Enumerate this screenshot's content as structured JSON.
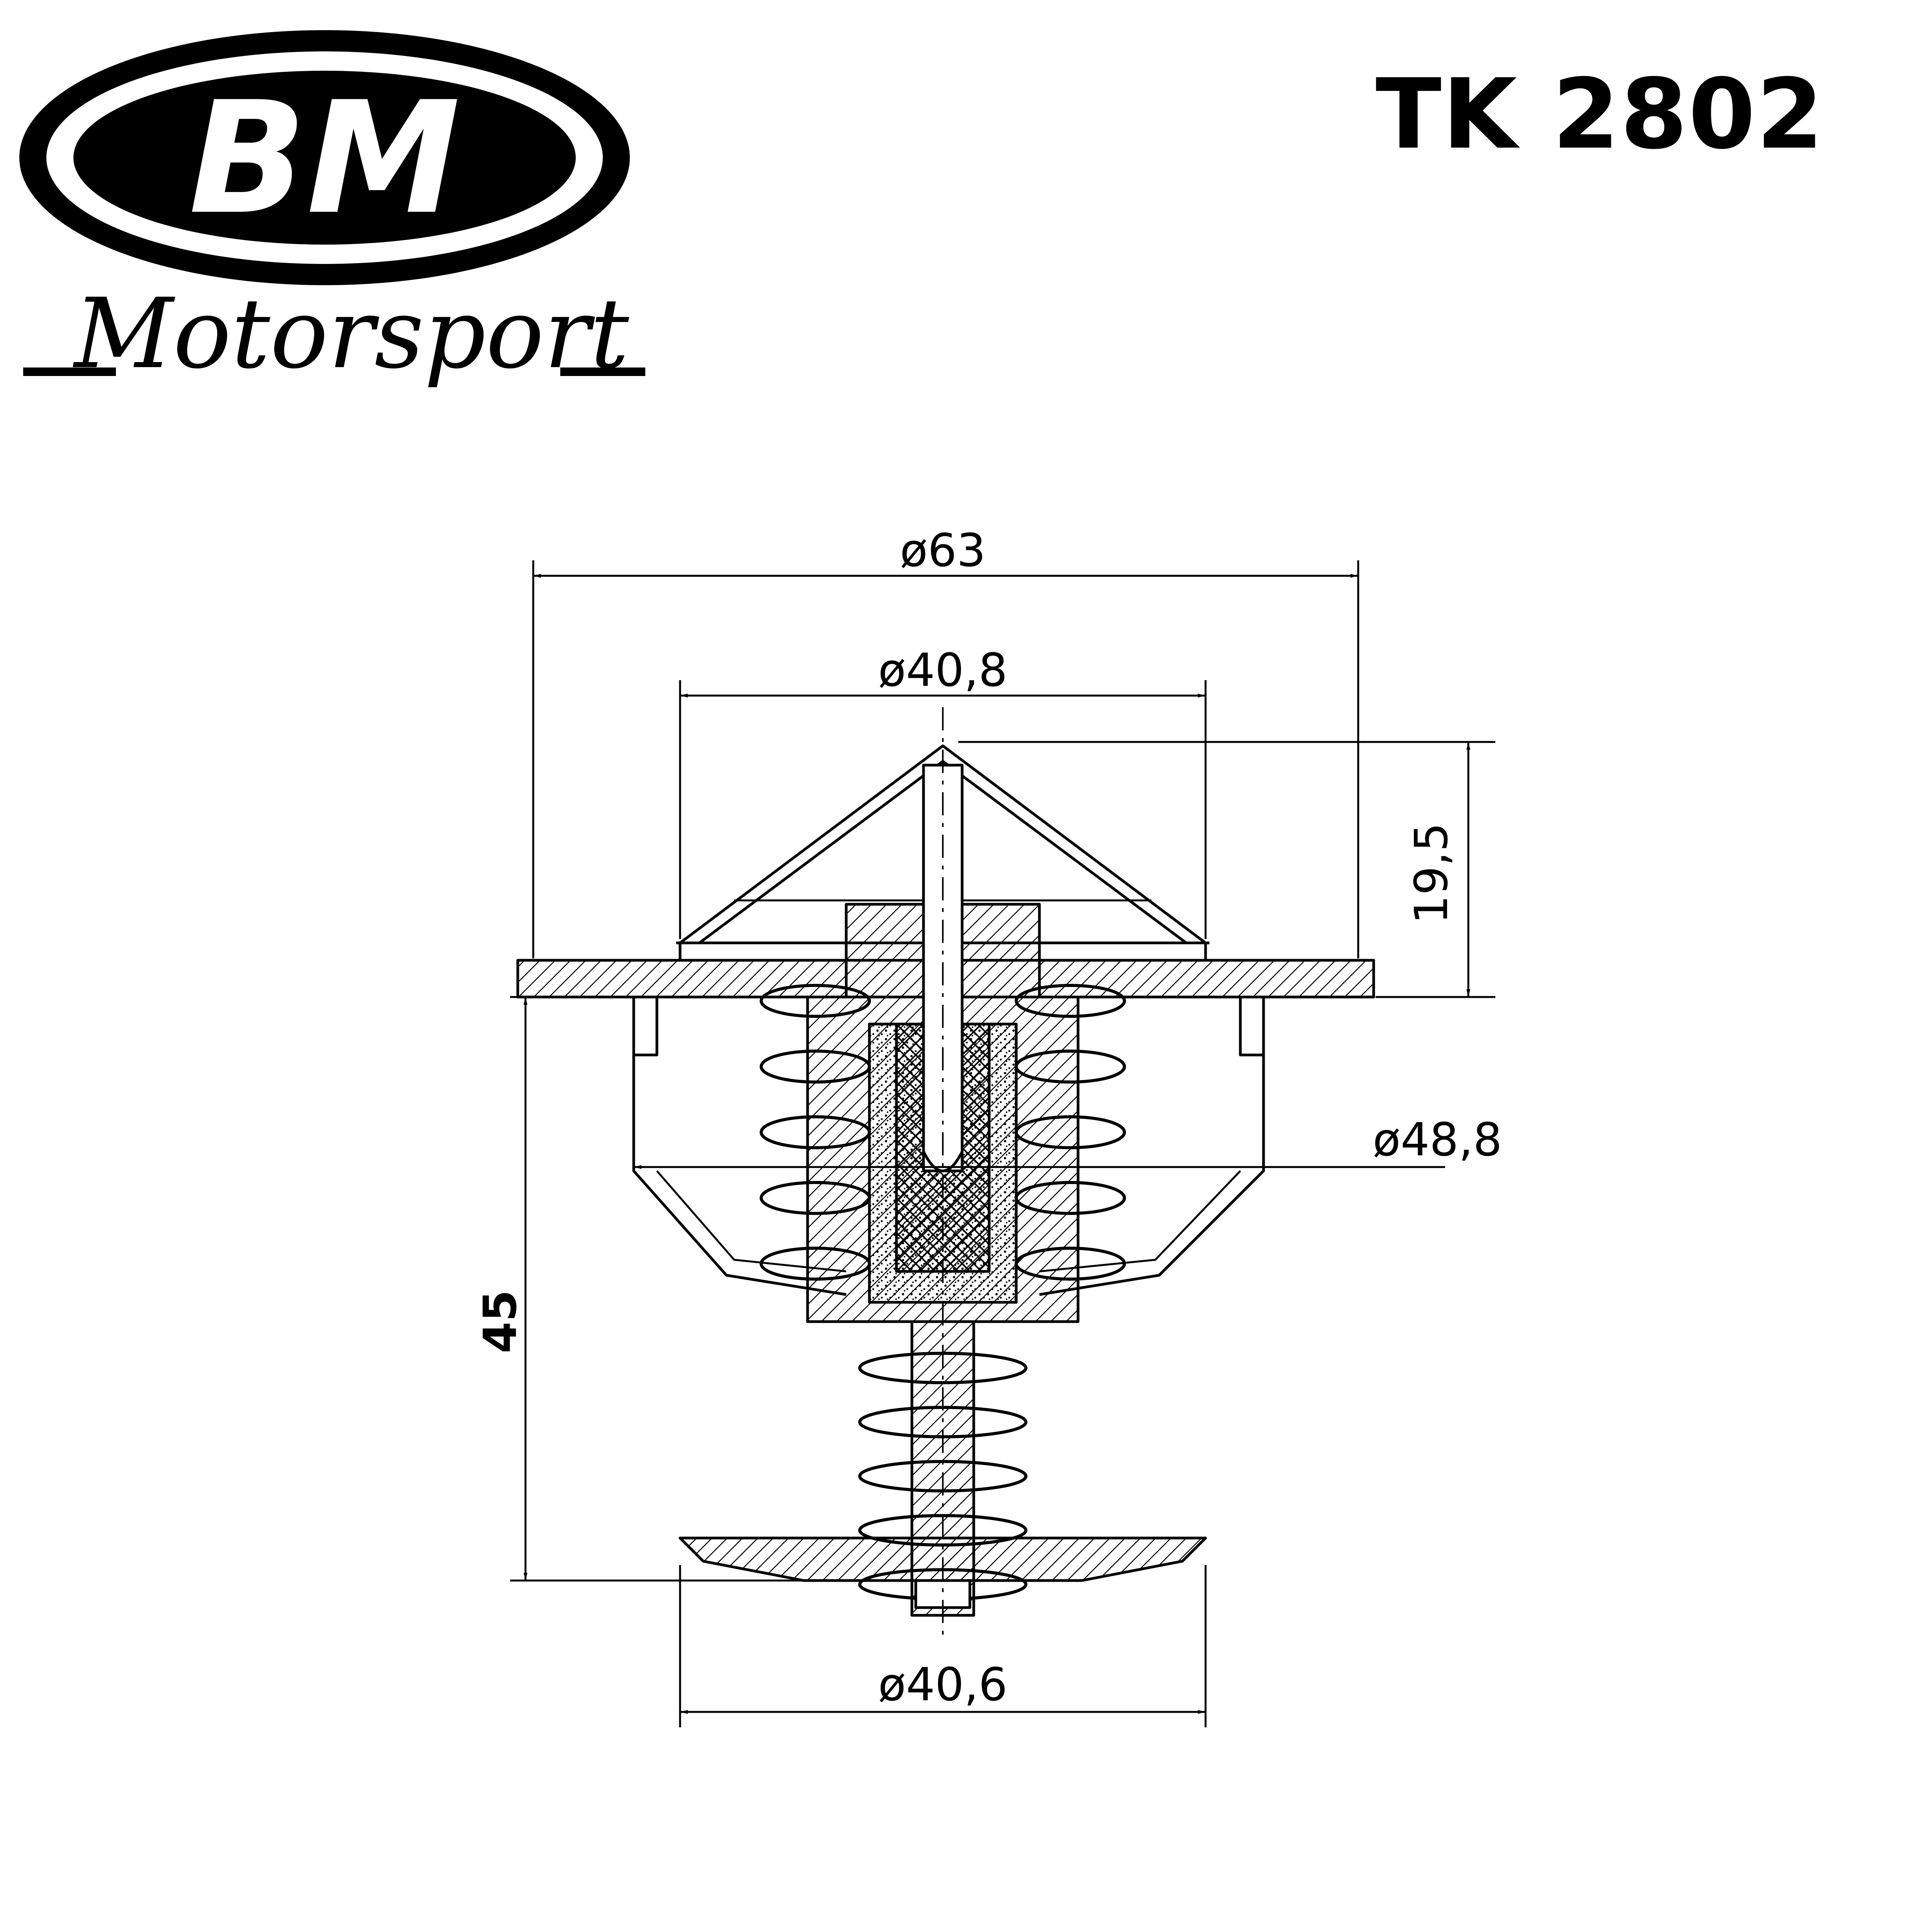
{
  "logo": {
    "brand_initials": "BM",
    "brand_word": "Motorsport"
  },
  "part_number": "TK 2802",
  "dimensions": {
    "flange_diameter": "ø63",
    "body_diameter": "ø40,8",
    "cage_diameter": "ø48,8",
    "valve_diameter": "ø40,6",
    "top_height": "19,5",
    "total_height": "45"
  },
  "colors": {
    "ink": "#000000",
    "paper": "#ffffff"
  }
}
